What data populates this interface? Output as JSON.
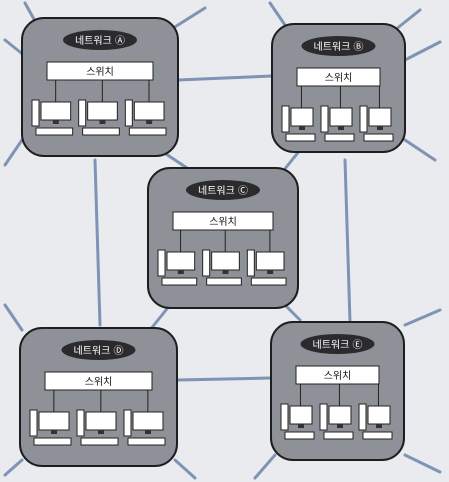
{
  "networks": [
    {
      "id": "A",
      "title": "네트워크 Ⓐ",
      "switch_label": "스위치"
    },
    {
      "id": "B",
      "title": "네트워크 Ⓑ",
      "switch_label": "스위치"
    },
    {
      "id": "C",
      "title": "네트워크 Ⓒ",
      "switch_label": "스위치"
    },
    {
      "id": "D",
      "title": "네트워크 Ⓓ",
      "switch_label": "스위치"
    },
    {
      "id": "E",
      "title": "네트워크 Ⓔ",
      "switch_label": "스위치"
    }
  ],
  "colors": {
    "background": "#e9ebee",
    "network_box": "#8e9197",
    "label_pill": "#2b2b2e",
    "switch_box": "#ffffff",
    "link": "#7f93b4",
    "device": "#ffffff"
  },
  "icons": [
    "computer-icon",
    "keyboard-icon",
    "switch-icon"
  ]
}
